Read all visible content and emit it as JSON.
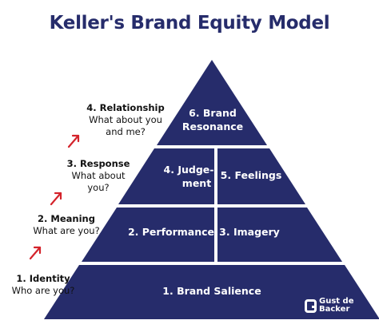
{
  "title": "Keller's Brand Equity Model",
  "colors": {
    "pyramid": "#262c6b",
    "arrow": "#d4232b",
    "text_dark": "#111111",
    "background": "#ffffff"
  },
  "pyramid": {
    "tiers": [
      {
        "key": "resonance",
        "lines": [
          "6. Brand",
          "Resonance"
        ]
      },
      {
        "key": "judgement",
        "lines": [
          "4. Judge-",
          "ment"
        ]
      },
      {
        "key": "feelings",
        "lines": [
          "5. Feelings"
        ]
      },
      {
        "key": "performance",
        "lines": [
          "2. Performance"
        ]
      },
      {
        "key": "imagery",
        "lines": [
          "3. Imagery"
        ]
      },
      {
        "key": "salience",
        "lines": [
          "1. Brand Salience"
        ]
      }
    ]
  },
  "levels": [
    {
      "label": "4. Relationship",
      "question": [
        "What about you",
        "and me?"
      ]
    },
    {
      "label": "3. Response",
      "question": [
        "What about",
        "you?"
      ]
    },
    {
      "label": "2. Meaning",
      "question": [
        "What are you?"
      ]
    },
    {
      "label": "1. Identity",
      "question": [
        "Who are you?"
      ]
    }
  ],
  "logo": {
    "lines": [
      "Gust de",
      "Backer"
    ],
    "icon": "g-logo-icon"
  }
}
